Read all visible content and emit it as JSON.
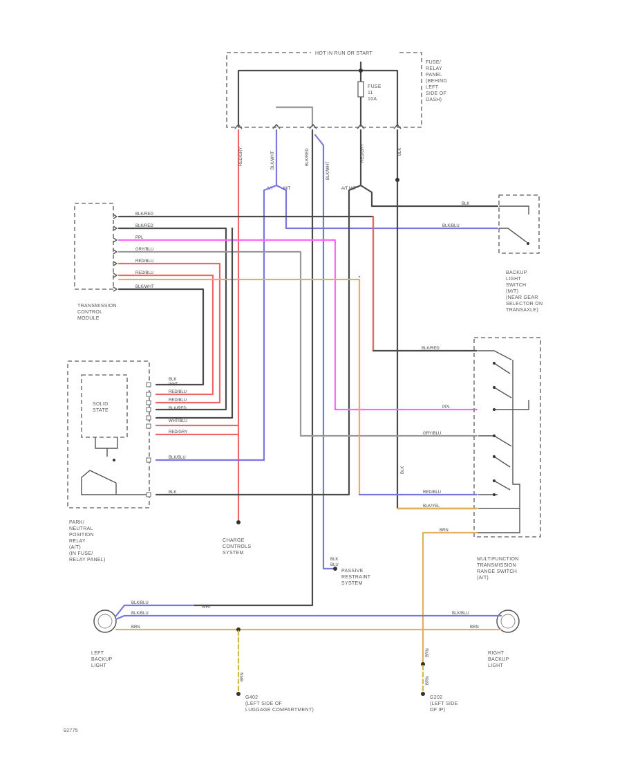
{
  "components": {
    "fuse_panel": {
      "top_label": "HOT IN RUN OR START",
      "fuse": [
        "FUSE",
        "11",
        "10A"
      ],
      "side_label": [
        "FUSE/",
        "RELAY",
        "PANEL",
        "(BEHIND",
        "LEFT",
        "SIDE OF",
        "DASH)"
      ]
    },
    "tcm": [
      "TRANSMISSION",
      "CONTROL",
      "MODULE"
    ],
    "pnp_relay": {
      "inner": [
        "SOLID",
        "STATE"
      ],
      "label": [
        "PARK/",
        "NEUTRAL",
        "POSITION",
        "RELAY",
        "(A/T)",
        "(IN FUSE/",
        "RELAY PANEL)"
      ]
    },
    "backup_switch": [
      "BACKUP",
      "LIGHT",
      "SWITCH",
      "(M/T)",
      "(NEAR GEAR",
      "SELECTOR ON",
      "TRANSAXLE)"
    ],
    "mfr_switch": [
      "MULTIFUNCTION",
      "TRANSMISSION",
      "RANGE SWITCH",
      "(A/T)"
    ],
    "charging": [
      "CHARGE",
      "CONTROLS",
      "SYSTEM"
    ],
    "passive": [
      "PASSIVE",
      "RESTRAINT",
      "SYSTEM"
    ],
    "left_backup": [
      "LEFT",
      "BACKUP",
      "LIGHT"
    ],
    "right_backup": [
      "RIGHT",
      "BACKUP",
      "LIGHT"
    ],
    "ground_left": [
      "G402",
      "(LEFT SIDE OF",
      "LUGGAGE COMPARTMENT)"
    ],
    "ground_right": [
      "G202",
      "(LEFT SIDE",
      "OF IP)"
    ]
  },
  "wire_labels": {
    "tcm_1": "BLK/RED",
    "tcm_2": "BLK/RED",
    "tcm_3": "PPL",
    "tcm_4": "GRY/BLU",
    "tcm_5": "RED/BLU",
    "tcm_6": "RED/BLU",
    "tcm_7": "BLK/WHT",
    "relay_1": "BLK",
    "relay_1b": "WHT",
    "relay_2": "RED/BLU",
    "relay_3": "BLK/RED",
    "relay_4": "WHT/BLU",
    "relay_5": "RED/GRY",
    "relay_6": "BLK/BLU",
    "relay_7": "BLK",
    "switch_1": "BLK",
    "switch_2": "BLK/BLU",
    "mfr_1": "BLK/RED",
    "mfr_2": "PPL",
    "mfr_3": "GRY/BLU",
    "mfr_4": "RED/BLU",
    "mfr_5": "BLK/YEL",
    "mfr_6": "BRN",
    "lamp_1": "BLK/BLU",
    "lamp_2": "BLK/BLU",
    "lamp_3": "BRN",
    "lamp_wht": "WHT",
    "lamp_r1": "BLK/BLU",
    "lamp_r2": "BRN",
    "v_red": "RED/GRY",
    "v_blu": "BLK/WHT",
    "v_gry": "BLK/RED",
    "v_blk": "BLK",
    "pr_1": "BLK",
    "pr_2": "BLU",
    "g_l": "BRN",
    "g_r": "BRN",
    "at": "A/T",
    "mt": "M/T",
    "atmt": "A/T M/T"
  },
  "figure_id": "92775"
}
